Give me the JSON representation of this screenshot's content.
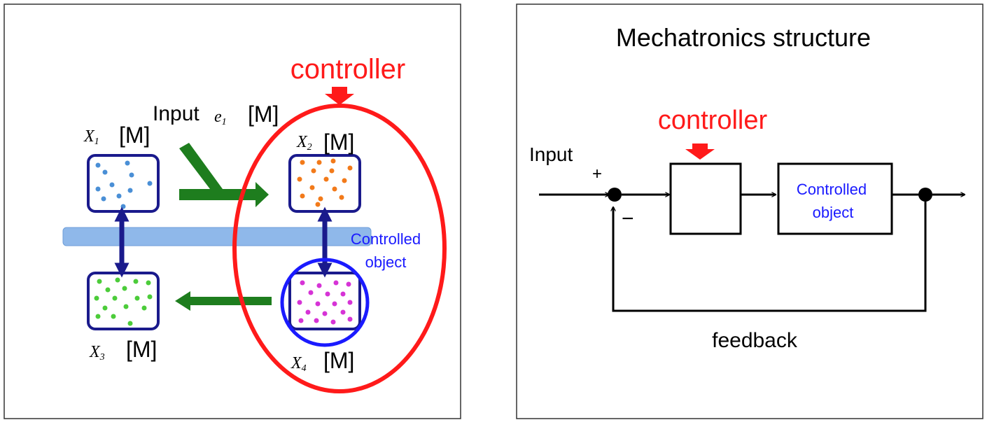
{
  "left": {
    "controller_label": "controller",
    "input_word": "Input",
    "input_var": "e",
    "input_sub": "1",
    "unit": "[M]",
    "variables": [
      {
        "name": "X",
        "sub": "1"
      },
      {
        "name": "X",
        "sub": "2"
      },
      {
        "name": "X",
        "sub": "3"
      },
      {
        "name": "X",
        "sub": "4"
      }
    ],
    "controlled_line1": "Controlled",
    "controlled_line2": "object"
  },
  "right": {
    "title": "Mechatronics structure",
    "controller_label": "controller",
    "input_label": "Input",
    "plus_sign": "+",
    "minus_sign": "−",
    "controlled_line1": "Controlled",
    "controlled_line2": "object",
    "feedback_label": "feedback"
  },
  "colors": {
    "red": "#ff1a1a",
    "blue": "#1a1aff",
    "navy": "#1a1a8c",
    "green": "#1e7d1e",
    "bar": "#8fb8ea",
    "dot_blue": "#4a8fd6",
    "dot_orange": "#f27a1a",
    "dot_green": "#4ccc3a",
    "dot_magenta": "#d633d6"
  }
}
